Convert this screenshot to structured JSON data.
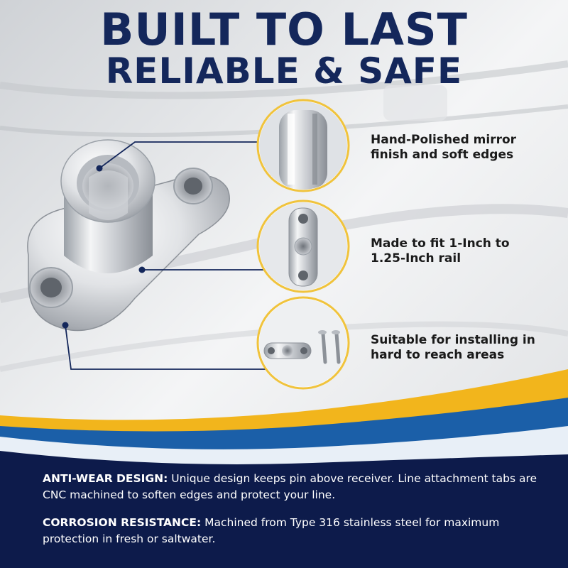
{
  "headline": {
    "line1": "BUILT TO LAST",
    "line2": "RELIABLE & SAFE"
  },
  "features": [
    {
      "icon": "polished-cap-icon",
      "line1": "Hand-Polished mirror",
      "line2": "finish and soft edges"
    },
    {
      "icon": "rail-mount-icon",
      "line1": "Made to fit 1-Inch to",
      "line2": "1.25-Inch rail"
    },
    {
      "icon": "screws-icon",
      "line1": "Suitable for installing in",
      "line2": "hard to reach areas"
    }
  ],
  "details": [
    {
      "heading": "ANTI-WEAR DESIGN:",
      "text": " Unique design keeps pin above receiver. Line attachment tabs are  CNC machined to soften edges and protect your line."
    },
    {
      "heading": "CORROSION RESISTANCE:",
      "text": " Machined from Type 316 stainless steel for maximum protection in fresh or saltwater."
    }
  ],
  "colors": {
    "navy": "#0d1b4b",
    "headline": "#14275b",
    "gold": "#f2b51c",
    "blue_wave": "#1b5fa8",
    "accent_circle": "#f0c33c"
  }
}
